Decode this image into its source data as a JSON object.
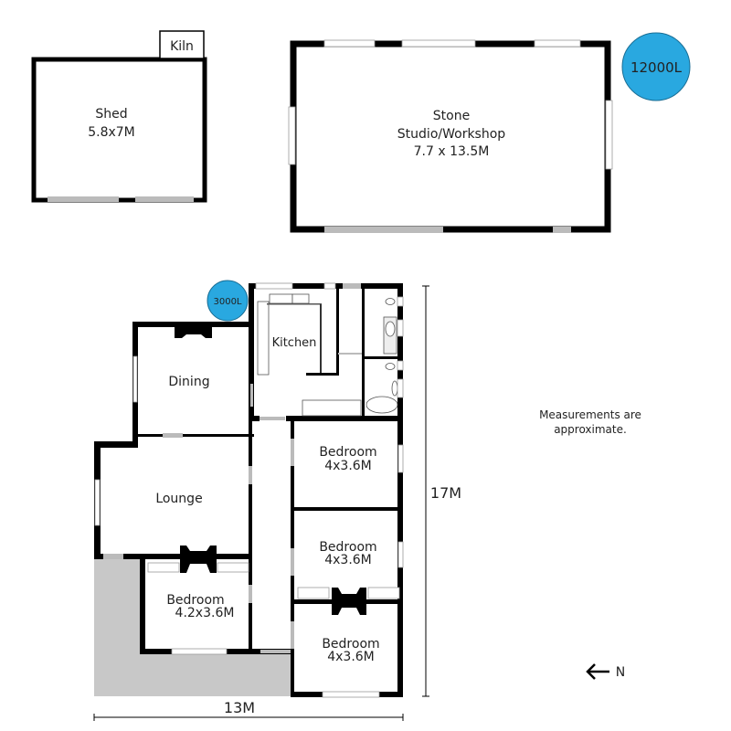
{
  "buildings": {
    "shed": {
      "name": "Shed",
      "size": "5.8x7M"
    },
    "kiln": {
      "name": "Kiln"
    },
    "studio": {
      "line1": "Stone",
      "line2": "Studio/Workshop",
      "size": "7.7 x 13.5M"
    },
    "tank_large": {
      "label": "12000L"
    },
    "tank_small": {
      "label": "3000L"
    }
  },
  "rooms": {
    "kitchen": "Kitchen",
    "dining": "Dining",
    "lounge": "Lounge",
    "bedroom1": {
      "name": "Bedroom",
      "size": "4x3.6M"
    },
    "bedroom2": {
      "name": "Bedroom",
      "size": "4x3.6M"
    },
    "bedroom3": {
      "name": "Bedroom",
      "size": "4x3.6M"
    },
    "bedroom4": {
      "name": "Bedroom",
      "size": "4.2x3.6M"
    }
  },
  "dimensions": {
    "height": "17M",
    "width": "13M"
  },
  "note": {
    "line1": "Measurements are",
    "line2": "approximate."
  },
  "compass": {
    "label": "N"
  },
  "colors": {
    "tank": "#29a8e0",
    "outdoor": "#c8c8c8",
    "wall": "#000000"
  }
}
